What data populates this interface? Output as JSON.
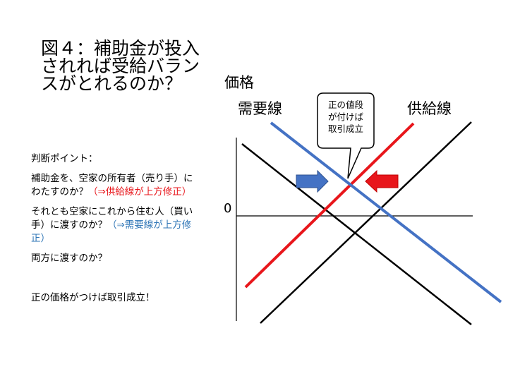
{
  "title": {
    "line1": "図４：補助金が投入",
    "line2": "されれば受給バラン",
    "line3": "スがとれるのか？"
  },
  "notes": {
    "heading": "判断ポイント：",
    "point1_text": "補助金を、空家の所有者（売り手）にわたすのか？",
    "point1_highlight": "（⇒供給線が上方修正）",
    "point2_text": "それとも空家にこれから住む人（買い手）に渡すのか？",
    "point2_highlight": "（⇒需要線が上方修正）",
    "point3": "両方に渡すのか？",
    "conclusion": "正の価格がつけば取引成立！"
  },
  "diagram": {
    "y_axis_label": "価格",
    "demand_label": "需要線",
    "supply_label": "供給線",
    "zero_label": "0",
    "callout_line1": "正の値段",
    "callout_line2": "が付けば",
    "callout_line3": "取引成立",
    "colors": {
      "original_lines": "#000000",
      "shifted_supply": "#e8161b",
      "shifted_demand": "#4472c4",
      "arrow_left": "#4472c4",
      "arrow_right": "#e8161b"
    }
  }
}
